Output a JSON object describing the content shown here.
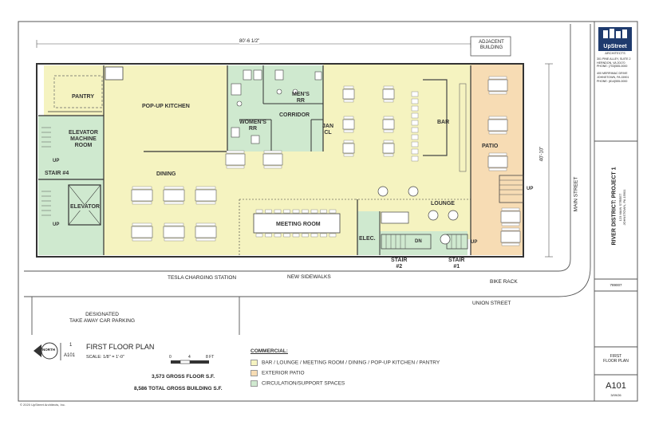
{
  "dimensions": {
    "overall_width": "80'-6 1/2\"",
    "patio_depth": "40'-10\""
  },
  "rooms": {
    "pantry": "PANTRY",
    "popup_kitchen": "POP-UP KITCHEN",
    "mens_rr": [
      "MEN'S",
      "RR"
    ],
    "womens_rr": [
      "WOMEN'S",
      "RR"
    ],
    "corridor": "CORRIDOR",
    "jan_cl": [
      "JAN",
      "CL"
    ],
    "bar": "BAR",
    "patio": "PATIO",
    "elevator_machine_room": [
      "ELEVATOR",
      "MACHINE",
      "ROOM"
    ],
    "stair4": "STAIR #4",
    "dining": "DINING",
    "elevator": "ELEVATOR",
    "lounge": "LOUNGE",
    "meeting_room": "MEETING ROOM",
    "elec": "ELEC.",
    "stair2": [
      "STAIR",
      "#2"
    ],
    "stair1": [
      "STAIR",
      "#1"
    ]
  },
  "arrows": {
    "up": "UP",
    "dn": "DN"
  },
  "site": {
    "adjacent_building": [
      "ADJACENT",
      "BUILDING"
    ],
    "main_street": "MAIN STREET",
    "union_street": "UNION STREET",
    "new_sidewalks": "NEW SIDEWALKS",
    "tesla_charging": "TESLA CHARGING STATION",
    "bike_rack": "BIKE RACK",
    "take_away_parking": [
      "DESIGNATED",
      "TAKE AWAY CAR PARKING"
    ]
  },
  "plan_title": {
    "north": "NORTH",
    "detail_number": "1",
    "sheet_ref": "A101",
    "title": "FIRST FLOOR PLAN",
    "scale": "SCALE: 1/8\" = 1'-0\"",
    "scale_ticks": [
      "0",
      "4",
      "8 FT"
    ],
    "gross_floor": "3,573 GROSS FLOOR S.F.",
    "total_gross": "8,586 TOTAL GROSS BUILDING S.F."
  },
  "legend": {
    "heading": "COMMERCIAL:",
    "items": [
      {
        "label": "BAR / LOUNGE / MEETING ROOM / DINING / POP-UP KITCHEN / PANTRY",
        "color": "#f5f3c0"
      },
      {
        "label": "EXTERIOR PATIO",
        "color": "#f7dcb4"
      },
      {
        "label": "CIRCULATION/SUPPORT SPACES",
        "color": "#cfe9cf"
      }
    ]
  },
  "title_block": {
    "firm": "UpStreet",
    "firm_sub": "ARCHITECTS",
    "address": [
      "301 PINE ALLEY, SUITE 2",
      "HERNDON, VA 20170",
      "PHONE: (703)555-0000",
      "",
      "400 MERRIMAC DRIVE",
      "JOHNSTOWN, PA 15901",
      "PHONE: (814)555-0000"
    ],
    "project": "RIVER DISTRICT: PROJECT 1",
    "project_sub": [
      "123 MAIN STREET",
      "JOHNSTOWN, PA 15901"
    ],
    "project_no": "789007",
    "sheet_title": [
      "FIRST",
      "FLOOR PLAN"
    ],
    "sheet_number": "A101",
    "date": "3/09/26"
  },
  "copyright": "© 2020 UpStreet Architects, Inc."
}
